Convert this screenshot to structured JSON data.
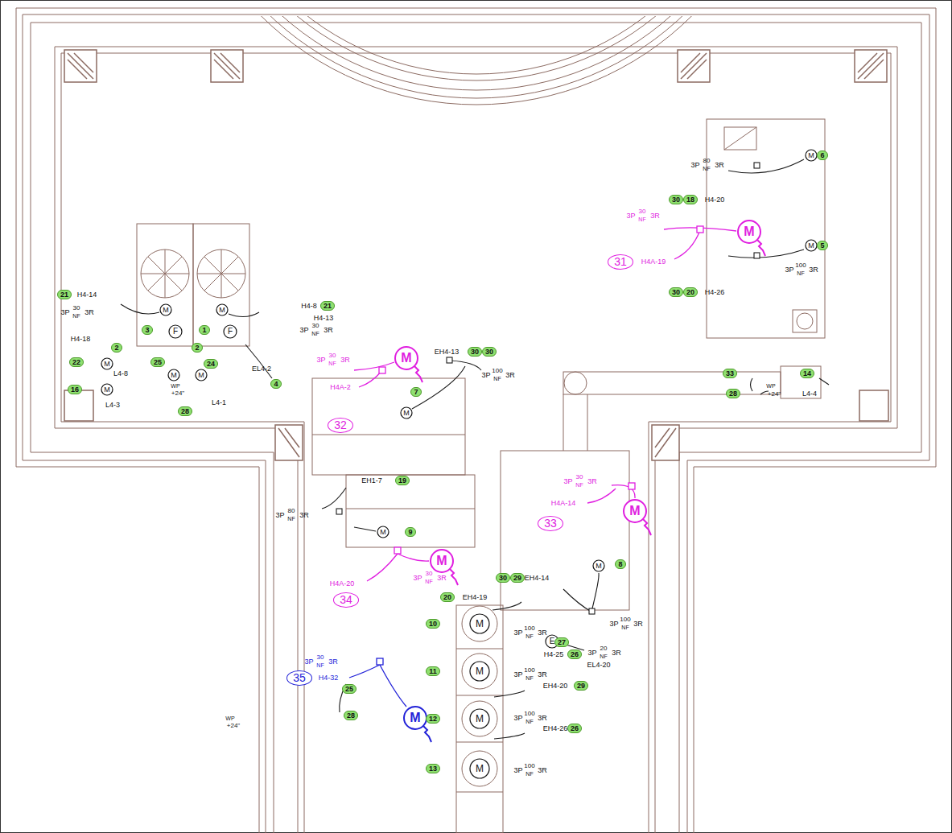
{
  "diagram": {
    "nodes": [
      {
        "text": [
          "6"
        ]
      },
      {
        "text": [
          "30"
        ]
      },
      {
        "text": [
          "18"
        ]
      },
      {
        "text": [
          "31"
        ]
      },
      {
        "text": [
          "5"
        ]
      },
      {
        "text": [
          "30"
        ]
      },
      {
        "text": [
          "20"
        ]
      },
      {
        "text": [
          "21"
        ]
      },
      {
        "text": [
          "21"
        ]
      },
      {
        "text": [
          "3"
        ]
      },
      {
        "text": [
          "1"
        ]
      },
      {
        "text": [
          "2"
        ]
      },
      {
        "text": [
          "2"
        ]
      },
      {
        "text": [
          "30"
        ]
      },
      {
        "text": [
          "30"
        ]
      },
      {
        "text": [
          "22"
        ]
      },
      {
        "text": [
          "25"
        ]
      },
      {
        "text": [
          "24"
        ]
      },
      {
        "text": [
          "33"
        ]
      },
      {
        "text": [
          "14"
        ]
      },
      {
        "text": [
          "4"
        ]
      },
      {
        "text": [
          "16"
        ]
      },
      {
        "text": [
          "7"
        ]
      },
      {
        "text": [
          "28"
        ]
      },
      {
        "text": [
          "28"
        ]
      },
      {
        "text": [
          "32"
        ]
      },
      {
        "text": [
          "19"
        ]
      },
      {
        "text": [
          "33"
        ]
      },
      {
        "text": [
          "9"
        ]
      },
      {
        "text": [
          "8"
        ]
      },
      {
        "text": [
          "30"
        ]
      },
      {
        "text": [
          "29"
        ]
      },
      {
        "text": [
          "34"
        ]
      },
      {
        "text": [
          "20"
        ]
      },
      {
        "text": [
          "10"
        ]
      },
      {
        "text": [
          "27"
        ]
      },
      {
        "text": [
          "26"
        ]
      },
      {
        "text": [
          "35"
        ]
      },
      {
        "text": [
          "11"
        ]
      },
      {
        "text": [
          "29"
        ]
      },
      {
        "text": [
          "25"
        ]
      },
      {
        "text": [
          "28"
        ]
      },
      {
        "text": [
          "12"
        ]
      },
      {
        "text": [
          "26"
        ]
      },
      {
        "text": [
          "13"
        ]
      }
    ],
    "labels": [
      "3P",
      "80",
      "NF",
      "3R",
      "H4-20",
      "3P",
      "30",
      "NF",
      "3R",
      "H4A-19",
      "3P",
      "100",
      "NF",
      "3R",
      "H4-26",
      "H4-14",
      "H4-8",
      "3P",
      "30",
      "NF",
      "3R",
      "H4-13",
      "3P",
      "30",
      "NF",
      "3R",
      "H4-18",
      "3P",
      "30",
      "NF",
      "3R",
      "EH4-13",
      "EL4-2",
      "3P",
      "100",
      "NF",
      "3R",
      "L4-8",
      "WP",
      "+24\"",
      "H4A-2",
      "WP",
      "+24\"",
      "L4-4",
      "L4-3",
      "L4-1",
      "EH1-7",
      "3P",
      "30",
      "NF",
      "3R",
      "H4A-14",
      "3P",
      "80",
      "NF",
      "3R",
      "EH4-14",
      "3P",
      "30",
      "NF",
      "3R",
      "H4A-20",
      "EH4-19",
      "3P",
      "100",
      "NF",
      "3R",
      "3P",
      "100",
      "NF",
      "3R",
      "H4-25",
      "3P",
      "20",
      "NF",
      "3R",
      "EL4-20",
      "3P",
      "30",
      "NF",
      "3R",
      "3P",
      "100",
      "NF",
      "3R",
      "EH4-20",
      "H4-32",
      "3P",
      "100",
      "NF",
      "3R",
      "WP",
      "+24\"",
      "EH4-26",
      "3P",
      "100",
      "NF",
      "3R",
      "M",
      "M",
      "M",
      "M",
      "M",
      "F",
      "F",
      "M",
      "M",
      "M",
      "M",
      "M",
      "M",
      "M",
      "M",
      "M",
      "M",
      "M",
      "E",
      "M",
      "M",
      "M",
      "M"
    ]
  }
}
